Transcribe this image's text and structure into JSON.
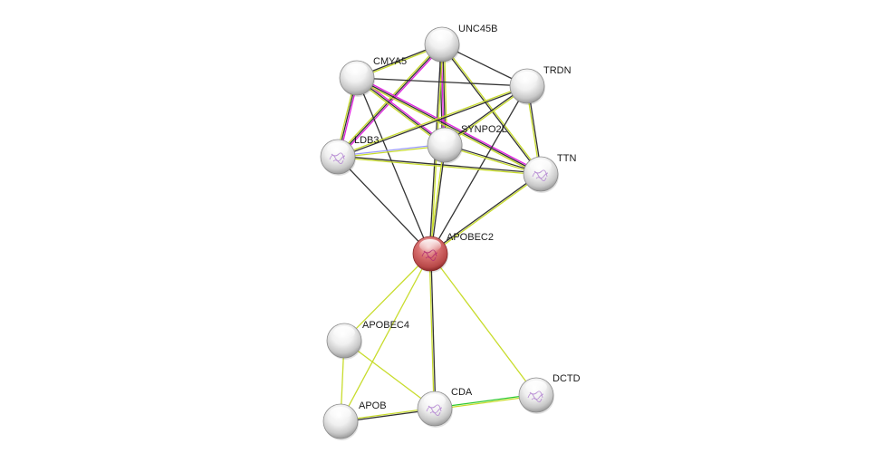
{
  "title": "STRING protein interaction network",
  "colors": {
    "text_mining": "#c8dc2c",
    "coexpression": "#333333",
    "experiments": "#e020e0",
    "homology": "#9a9aff",
    "neighborhood": "#2cc82c",
    "query_node": "#c85050",
    "node": "#e8e8e8"
  },
  "nodes": [
    {
      "id": "UNC45B",
      "label": "UNC45B",
      "query": false,
      "structure": false
    },
    {
      "id": "CMYA5",
      "label": "CMYA5",
      "query": false,
      "structure": false
    },
    {
      "id": "TRDN",
      "label": "TRDN",
      "query": false,
      "structure": false
    },
    {
      "id": "SYNPO2L",
      "label": "SYNPO2L",
      "query": false,
      "structure": false
    },
    {
      "id": "LDB3",
      "label": "LDB3",
      "query": false,
      "structure": true
    },
    {
      "id": "TTN",
      "label": "TTN",
      "query": false,
      "structure": true
    },
    {
      "id": "APOBEC2",
      "label": "APOBEC2",
      "query": true,
      "structure": true
    },
    {
      "id": "APOBEC4",
      "label": "APOBEC4",
      "query": false,
      "structure": false
    },
    {
      "id": "APOB",
      "label": "APOB",
      "query": false,
      "structure": false
    },
    {
      "id": "CDA",
      "label": "CDA",
      "query": false,
      "structure": true
    },
    {
      "id": "DCTD",
      "label": "DCTD",
      "query": false,
      "structure": true
    }
  ],
  "edges": [
    {
      "a": "UNC45B",
      "b": "CMYA5",
      "types": [
        "text_mining",
        "coexpression"
      ]
    },
    {
      "a": "UNC45B",
      "b": "TRDN",
      "types": [
        "coexpression"
      ]
    },
    {
      "a": "UNC45B",
      "b": "SYNPO2L",
      "types": [
        "text_mining",
        "coexpression",
        "experiments",
        "coexpression"
      ]
    },
    {
      "a": "UNC45B",
      "b": "LDB3",
      "types": [
        "experiments",
        "coexpression",
        "text_mining"
      ]
    },
    {
      "a": "UNC45B",
      "b": "TTN",
      "types": [
        "text_mining",
        "coexpression"
      ]
    },
    {
      "a": "UNC45B",
      "b": "APOBEC2",
      "types": [
        "text_mining",
        "coexpression"
      ]
    },
    {
      "a": "CMYA5",
      "b": "TRDN",
      "types": [
        "coexpression"
      ]
    },
    {
      "a": "CMYA5",
      "b": "LDB3",
      "types": [
        "experiments",
        "coexpression",
        "text_mining"
      ]
    },
    {
      "a": "CMYA5",
      "b": "SYNPO2L",
      "types": [
        "experiments",
        "coexpression",
        "text_mining"
      ]
    },
    {
      "a": "CMYA5",
      "b": "TTN",
      "types": [
        "experiments",
        "coexpression",
        "text_mining"
      ]
    },
    {
      "a": "CMYA5",
      "b": "APOBEC2",
      "types": [
        "coexpression"
      ]
    },
    {
      "a": "TRDN",
      "b": "SYNPO2L",
      "types": [
        "text_mining",
        "coexpression"
      ]
    },
    {
      "a": "TRDN",
      "b": "LDB3",
      "types": [
        "coexpression",
        "text_mining"
      ]
    },
    {
      "a": "TRDN",
      "b": "TTN",
      "types": [
        "coexpression",
        "text_mining"
      ]
    },
    {
      "a": "TRDN",
      "b": "APOBEC2",
      "types": [
        "coexpression"
      ]
    },
    {
      "a": "LDB3",
      "b": "SYNPO2L",
      "types": [
        "homology",
        "text_mining"
      ]
    },
    {
      "a": "LDB3",
      "b": "TTN",
      "types": [
        "coexpression",
        "text_mining"
      ]
    },
    {
      "a": "LDB3",
      "b": "APOBEC2",
      "types": [
        "coexpression"
      ]
    },
    {
      "a": "SYNPO2L",
      "b": "TTN",
      "types": [
        "coexpression",
        "text_mining"
      ]
    },
    {
      "a": "SYNPO2L",
      "b": "APOBEC2",
      "types": [
        "coexpression",
        "text_mining"
      ]
    },
    {
      "a": "TTN",
      "b": "APOBEC2",
      "types": [
        "text_mining",
        "coexpression"
      ]
    },
    {
      "a": "APOBEC2",
      "b": "APOBEC4",
      "types": [
        "text_mining"
      ]
    },
    {
      "a": "APOBEC2",
      "b": "APOB",
      "types": [
        "text_mining"
      ]
    },
    {
      "a": "APOBEC2",
      "b": "CDA",
      "types": [
        "coexpression",
        "text_mining"
      ]
    },
    {
      "a": "APOBEC2",
      "b": "DCTD",
      "types": [
        "text_mining"
      ]
    },
    {
      "a": "APOBEC4",
      "b": "APOB",
      "types": [
        "text_mining"
      ]
    },
    {
      "a": "APOBEC4",
      "b": "CDA",
      "types": [
        "text_mining"
      ]
    },
    {
      "a": "APOB",
      "b": "CDA",
      "types": [
        "text_mining",
        "coexpression"
      ]
    },
    {
      "a": "CDA",
      "b": "DCTD",
      "types": [
        "neighborhood",
        "text_mining"
      ]
    }
  ]
}
